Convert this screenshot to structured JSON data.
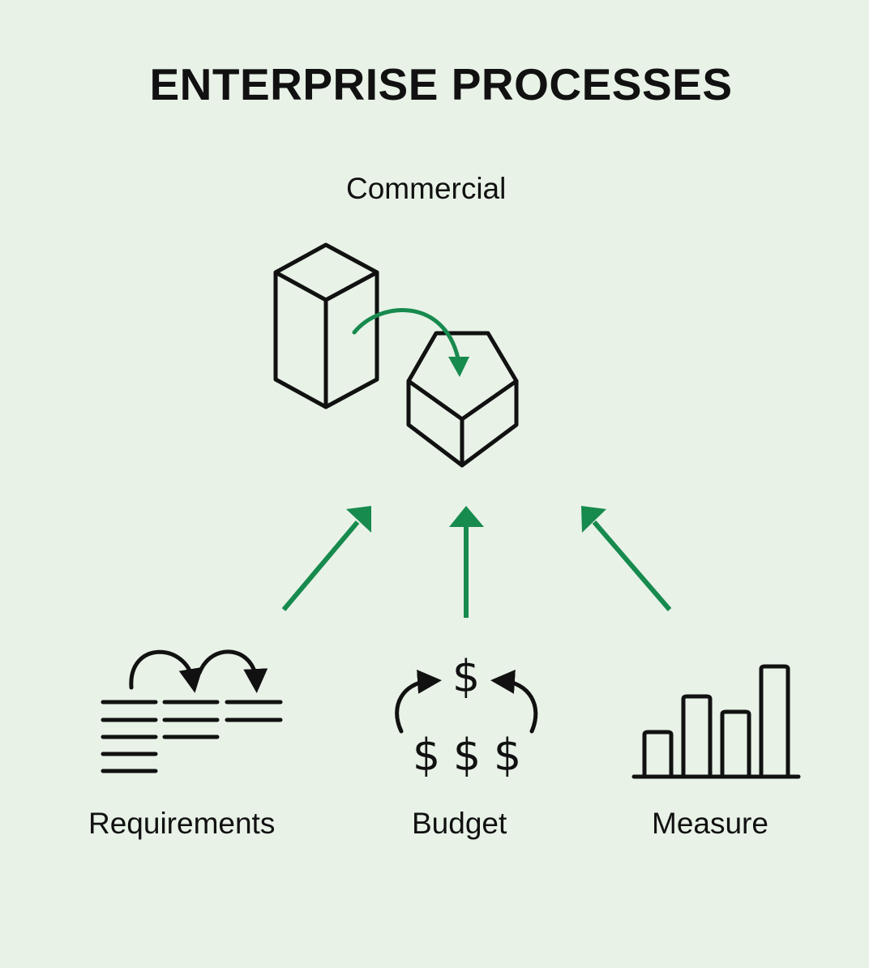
{
  "title": "ENTERPRISE PROCESSES",
  "top": {
    "label": "Commercial",
    "icon": "commercial-boxes-icon"
  },
  "sources": [
    {
      "label": "Requirements",
      "icon": "requirements-icon"
    },
    {
      "label": "Budget",
      "icon": "budget-icon"
    },
    {
      "label": "Measure",
      "icon": "bar-chart-icon"
    }
  ],
  "budget_symbols": {
    "top": "$",
    "bottom": [
      "$",
      "$",
      "$"
    ]
  },
  "colors": {
    "background": "#e8f2e7",
    "accent": "#178a4e",
    "ink": "#111111"
  }
}
